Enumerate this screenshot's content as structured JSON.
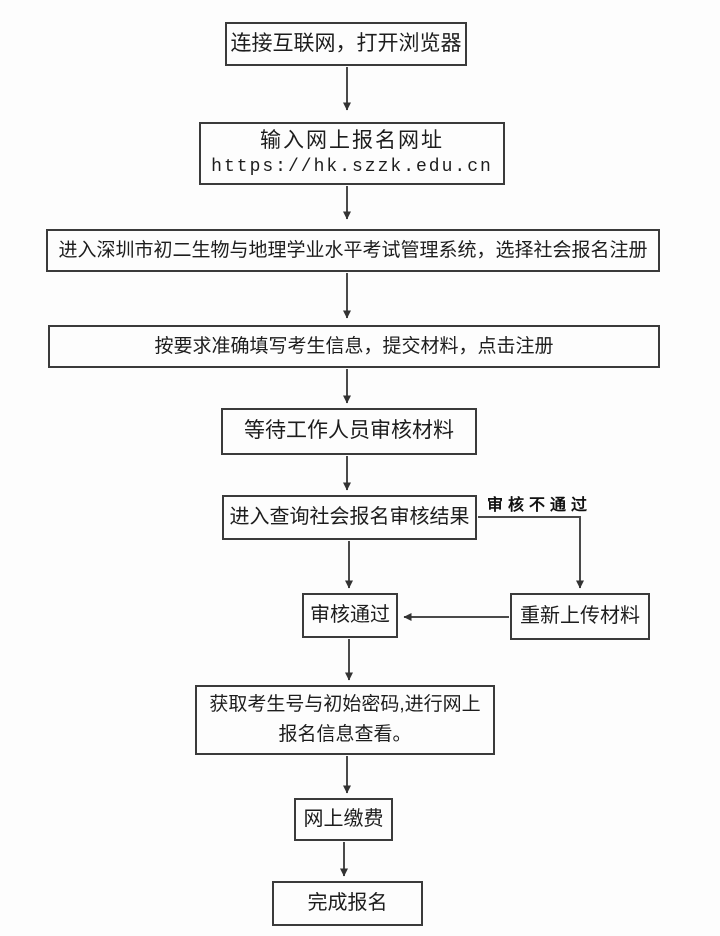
{
  "diagram": {
    "type": "flowchart",
    "language": "zh-CN",
    "colors": {
      "background": "#fdfdfd",
      "node_border": "#3b3b3b",
      "connector": "#4a4a4a",
      "text": "#1d1d1d"
    },
    "nodes": [
      {
        "id": "connect",
        "label": "连接互联网，打开浏览器"
      },
      {
        "id": "url",
        "label": "输入网上报名网址",
        "url": "https://hk.szzk.edu.cn"
      },
      {
        "id": "system",
        "label": "进入深圳市初二生物与地理学业水平考试管理系统，选择社会报名注册"
      },
      {
        "id": "fill",
        "label": "按要求准确填写考生信息，提交材料，点击注册"
      },
      {
        "id": "wait",
        "label": "等待工作人员审核材料"
      },
      {
        "id": "query",
        "label": "进入查询社会报名审核结果"
      },
      {
        "id": "pass",
        "label": "审核通过"
      },
      {
        "id": "reupload",
        "label": "重新上传材料"
      },
      {
        "id": "obtain",
        "label": "获取考生号与初始密码,进行网上报名信息查看。"
      },
      {
        "id": "pay",
        "label": "网上缴费"
      },
      {
        "id": "done",
        "label": "完成报名"
      }
    ],
    "edges": [
      {
        "from": "connect",
        "to": "url"
      },
      {
        "from": "url",
        "to": "system"
      },
      {
        "from": "system",
        "to": "fill"
      },
      {
        "from": "fill",
        "to": "wait"
      },
      {
        "from": "wait",
        "to": "query"
      },
      {
        "from": "query",
        "to": "pass"
      },
      {
        "from": "query",
        "to": "reupload",
        "label": "审核不通过"
      },
      {
        "from": "reupload",
        "to": "pass"
      },
      {
        "from": "pass",
        "to": "obtain"
      },
      {
        "from": "obtain",
        "to": "pay"
      },
      {
        "from": "pay",
        "to": "done"
      }
    ],
    "fail_branch_label": "审核不通过"
  }
}
